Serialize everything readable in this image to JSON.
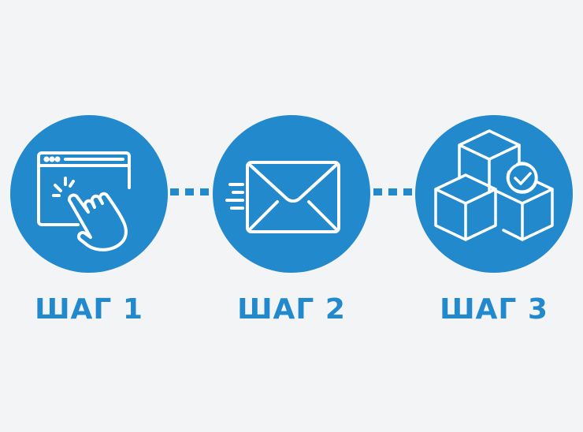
{
  "colors": {
    "background": "#f3f4f6",
    "accent": "#2289cd",
    "icon_stroke": "#ffffff"
  },
  "steps": [
    {
      "label": "ШАГ 1",
      "icon": "browser-click-icon"
    },
    {
      "label": "ШАГ 2",
      "icon": "envelope-icon"
    },
    {
      "label": "ШАГ 3",
      "icon": "boxes-check-icon"
    }
  ]
}
